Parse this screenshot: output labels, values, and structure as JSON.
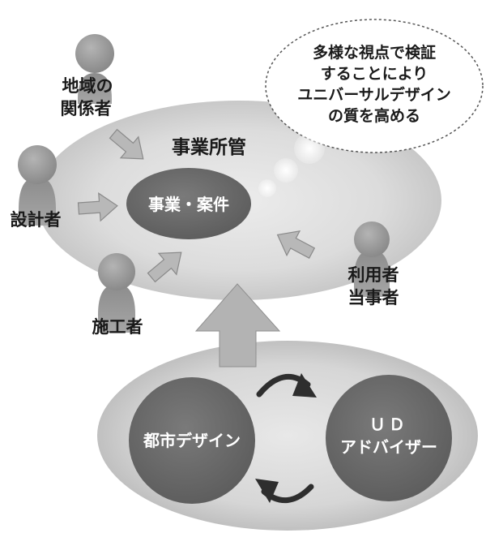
{
  "top_group": {
    "title": "事業所管",
    "center": "事業・案件"
  },
  "stakeholders": {
    "local": [
      "地域の",
      "関係者"
    ],
    "designer": "設計者",
    "builder": "施工者",
    "user": [
      "利用者",
      "当事者"
    ]
  },
  "thought_bubble": [
    "多様な視点で検証",
    "することにより",
    "ユニバーサルデザイン",
    "の質を高める"
  ],
  "bottom_group": {
    "left": "都市デザイン",
    "right": [
      "ＵＤ",
      "アドバイザー"
    ]
  }
}
